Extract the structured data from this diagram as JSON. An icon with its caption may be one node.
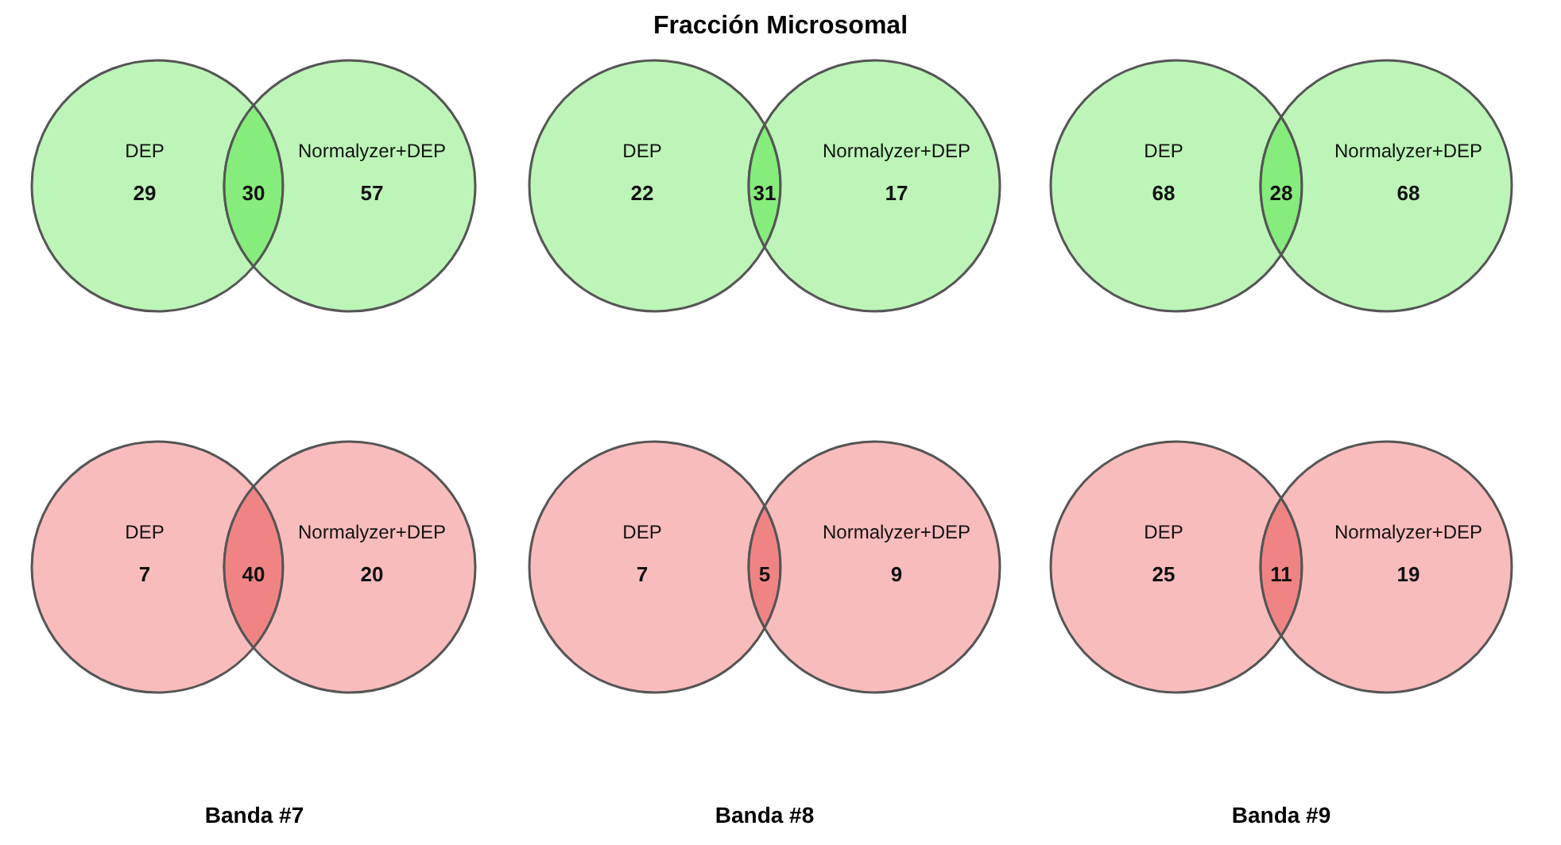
{
  "diagram": {
    "title": "Fracción Microsomal",
    "nodes": [
      {
        "text": [
          "DEP",
          "29"
        ]
      },
      {
        "text": [
          "30"
        ]
      },
      {
        "text": [
          "Normalyzer+DEP",
          "57"
        ]
      },
      {
        "text": [
          "DEP",
          "22"
        ]
      },
      {
        "text": [
          "31"
        ]
      },
      {
        "text": [
          "Normalyzer+DEP",
          "17"
        ]
      },
      {
        "text": [
          "DEP",
          "68"
        ]
      },
      {
        "text": [
          "28"
        ]
      },
      {
        "text": [
          "Normalyzer+DEP",
          "68"
        ]
      },
      {
        "text": [
          "DEP",
          "7"
        ]
      },
      {
        "text": [
          "40"
        ]
      },
      {
        "text": [
          "Normalyzer+DEP",
          "20"
        ]
      },
      {
        "text": [
          "DEP",
          "7"
        ]
      },
      {
        "text": [
          "5"
        ]
      },
      {
        "text": [
          "Normalyzer+DEP",
          "9"
        ]
      },
      {
        "text": [
          "DEP",
          "25"
        ]
      },
      {
        "text": [
          "11"
        ]
      },
      {
        "text": [
          "Normalyzer+DEP",
          "19"
        ]
      }
    ],
    "edges": [],
    "labels": [
      "Banda #7",
      "Banda #8",
      "Banda #9"
    ]
  }
}
